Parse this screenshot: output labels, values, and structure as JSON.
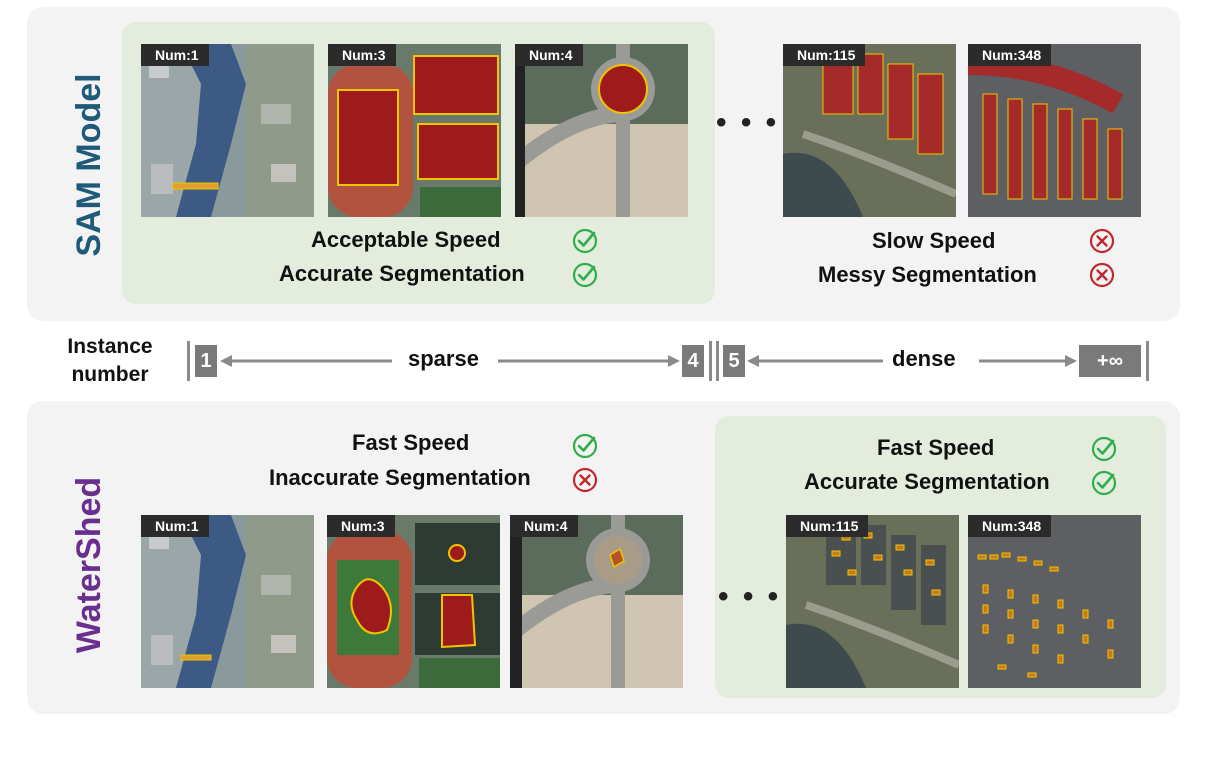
{
  "sam": {
    "title": "SAM Model",
    "title_color": "#1f5a7a",
    "sparse_images": [
      "Num:1",
      "Num:3",
      "Num:4"
    ],
    "dense_images": [
      "Num:115",
      "Num:348"
    ],
    "ellipsis": "• • •",
    "sparse_speed": "Acceptable Speed",
    "sparse_seg": "Accurate Segmentation",
    "dense_speed": "Slow Speed",
    "dense_seg": "Messy Segmentation"
  },
  "axis": {
    "label_line1": "Instance",
    "label_line2": "number",
    "start": "1",
    "sparse_end": "4",
    "dense_start": "5",
    "end": "+∞",
    "sparse_label": "sparse",
    "dense_label": "dense"
  },
  "watershed": {
    "title": "WaterShed",
    "title_color": "#6a2f8e",
    "sparse_images": [
      "Num:1",
      "Num:3",
      "Num:4"
    ],
    "dense_images": [
      "Num:115",
      "Num:348"
    ],
    "ellipsis": "• • •",
    "sparse_speed": "Fast Speed",
    "sparse_seg": "Inaccurate Segmentation",
    "dense_speed": "Fast Speed",
    "dense_seg": "Accurate Segmentation"
  },
  "colors": {
    "check": "#2fae4a",
    "cross": "#c0282d",
    "mask": "#9e1b1b",
    "outline": "#f2c400"
  }
}
